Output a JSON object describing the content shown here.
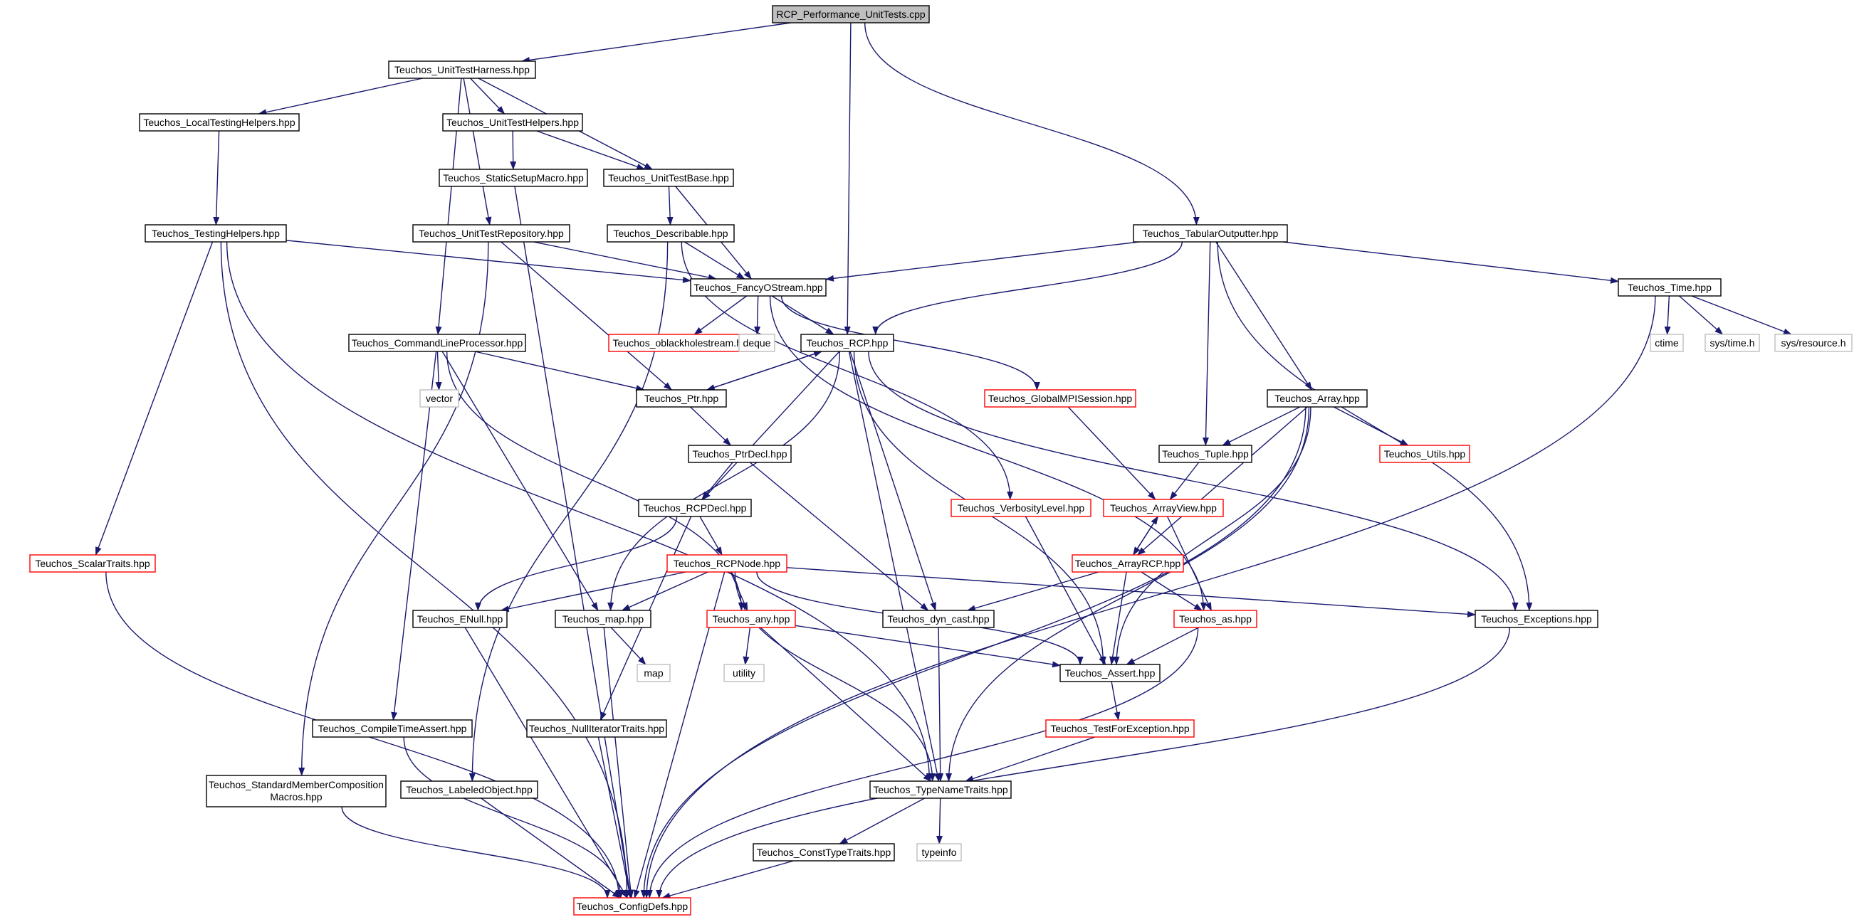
{
  "graph": {
    "colors": {
      "edge": "#191970",
      "border_normal": "#000000",
      "border_truncated": "#ff0000",
      "border_external": "#bfbfbf",
      "root_fill": "#bfbfbf",
      "node_fill": "#ffffff"
    },
    "nodes": [
      {
        "id": "root",
        "label": "RCP_Performance_UnitTests.cpp",
        "kind": "root"
      },
      {
        "id": "harness",
        "label": "Teuchos_UnitTestHarness.hpp",
        "kind": "normal"
      },
      {
        "id": "localtest",
        "label": "Teuchos_LocalTestingHelpers.hpp",
        "kind": "normal"
      },
      {
        "id": "uthelpers",
        "label": "Teuchos_UnitTestHelpers.hpp",
        "kind": "normal"
      },
      {
        "id": "staticsetup",
        "label": "Teuchos_StaticSetupMacro.hpp",
        "kind": "normal"
      },
      {
        "id": "utbase",
        "label": "Teuchos_UnitTestBase.hpp",
        "kind": "normal"
      },
      {
        "id": "testinghelpers",
        "label": "Teuchos_TestingHelpers.hpp",
        "kind": "normal"
      },
      {
        "id": "utrepo",
        "label": "Teuchos_UnitTestRepository.hpp",
        "kind": "normal"
      },
      {
        "id": "describable",
        "label": "Teuchos_Describable.hpp",
        "kind": "normal"
      },
      {
        "id": "tabular",
        "label": "Teuchos_TabularOutputter.hpp",
        "kind": "normal"
      },
      {
        "id": "fancy",
        "label": "Teuchos_FancyOStream.hpp",
        "kind": "normal"
      },
      {
        "id": "time",
        "label": "Teuchos_Time.hpp",
        "kind": "normal"
      },
      {
        "id": "cmdline",
        "label": "Teuchos_CommandLineProcessor.hpp",
        "kind": "normal"
      },
      {
        "id": "oblackhole",
        "label": "Teuchos_oblackholestream.hpp",
        "kind": "truncated"
      },
      {
        "id": "deque",
        "label": "deque",
        "kind": "external"
      },
      {
        "id": "rcp",
        "label": "Teuchos_RCP.hpp",
        "kind": "normal"
      },
      {
        "id": "ctime",
        "label": "ctime",
        "kind": "external"
      },
      {
        "id": "systime",
        "label": "sys/time.h",
        "kind": "external"
      },
      {
        "id": "sysres",
        "label": "sys/resource.h",
        "kind": "external"
      },
      {
        "id": "vector",
        "label": "vector",
        "kind": "external"
      },
      {
        "id": "ptr",
        "label": "Teuchos_Ptr.hpp",
        "kind": "normal"
      },
      {
        "id": "globalmpi",
        "label": "Teuchos_GlobalMPISession.hpp",
        "kind": "truncated"
      },
      {
        "id": "array",
        "label": "Teuchos_Array.hpp",
        "kind": "normal"
      },
      {
        "id": "ptrdecl",
        "label": "Teuchos_PtrDecl.hpp",
        "kind": "normal"
      },
      {
        "id": "tuple",
        "label": "Teuchos_Tuple.hpp",
        "kind": "normal"
      },
      {
        "id": "utils",
        "label": "Teuchos_Utils.hpp",
        "kind": "truncated"
      },
      {
        "id": "rcpdecl",
        "label": "Teuchos_RCPDecl.hpp",
        "kind": "normal"
      },
      {
        "id": "verbosity",
        "label": "Teuchos_VerbosityLevel.hpp",
        "kind": "truncated"
      },
      {
        "id": "arrayview",
        "label": "Teuchos_ArrayView.hpp",
        "kind": "truncated"
      },
      {
        "id": "scalartraits",
        "label": "Teuchos_ScalarTraits.hpp",
        "kind": "truncated"
      },
      {
        "id": "rcpnode",
        "label": "Teuchos_RCPNode.hpp",
        "kind": "truncated"
      },
      {
        "id": "arrayrcp",
        "label": "Teuchos_ArrayRCP.hpp",
        "kind": "truncated"
      },
      {
        "id": "enull",
        "label": "Teuchos_ENull.hpp",
        "kind": "normal"
      },
      {
        "id": "map_hpp",
        "label": "Teuchos_map.hpp",
        "kind": "normal"
      },
      {
        "id": "any",
        "label": "Teuchos_any.hpp",
        "kind": "truncated"
      },
      {
        "id": "dyncast",
        "label": "Teuchos_dyn_cast.hpp",
        "kind": "normal"
      },
      {
        "id": "as",
        "label": "Teuchos_as.hpp",
        "kind": "truncated"
      },
      {
        "id": "exceptions",
        "label": "Teuchos_Exceptions.hpp",
        "kind": "normal"
      },
      {
        "id": "map",
        "label": "map",
        "kind": "external"
      },
      {
        "id": "utility",
        "label": "utility",
        "kind": "external"
      },
      {
        "id": "assert",
        "label": "Teuchos_Assert.hpp",
        "kind": "normal"
      },
      {
        "id": "compiletime",
        "label": "Teuchos_CompileTimeAssert.hpp",
        "kind": "normal"
      },
      {
        "id": "nulliter",
        "label": "Teuchos_NullIteratorTraits.hpp",
        "kind": "normal"
      },
      {
        "id": "testforexc",
        "label": "Teuchos_TestForException.hpp",
        "kind": "truncated"
      },
      {
        "id": "stdmember",
        "label": "Teuchos_StandardMemberComposition Macros.hpp",
        "kind": "normal"
      },
      {
        "id": "labeled",
        "label": "Teuchos_LabeledObject.hpp",
        "kind": "normal"
      },
      {
        "id": "typename",
        "label": "Teuchos_TypeNameTraits.hpp",
        "kind": "normal"
      },
      {
        "id": "consttype",
        "label": "Teuchos_ConstTypeTraits.hpp",
        "kind": "normal"
      },
      {
        "id": "typeinfo",
        "label": "typeinfo",
        "kind": "external"
      },
      {
        "id": "configdefs",
        "label": "Teuchos_ConfigDefs.hpp",
        "kind": "truncated"
      }
    ],
    "edges": [
      [
        "root",
        "harness"
      ],
      [
        "root",
        "rcp"
      ],
      [
        "root",
        "tabular"
      ],
      [
        "harness",
        "localtest"
      ],
      [
        "harness",
        "uthelpers"
      ],
      [
        "harness",
        "utbase"
      ],
      [
        "harness",
        "utrepo"
      ],
      [
        "harness",
        "cmdline"
      ],
      [
        "localtest",
        "testinghelpers"
      ],
      [
        "uthelpers",
        "staticsetup"
      ],
      [
        "uthelpers",
        "utbase"
      ],
      [
        "staticsetup",
        "configdefs"
      ],
      [
        "utbase",
        "describable"
      ],
      [
        "utbase",
        "fancy"
      ],
      [
        "testinghelpers",
        "fancy"
      ],
      [
        "testinghelpers",
        "configdefs"
      ],
      [
        "testinghelpers",
        "scalartraits"
      ],
      [
        "testinghelpers",
        "typename"
      ],
      [
        "utrepo",
        "fancy"
      ],
      [
        "utrepo",
        "ptr"
      ],
      [
        "utrepo",
        "stdmember"
      ],
      [
        "describable",
        "fancy"
      ],
      [
        "describable",
        "labeled"
      ],
      [
        "describable",
        "verbosity"
      ],
      [
        "tabular",
        "fancy"
      ],
      [
        "tabular",
        "rcp"
      ],
      [
        "tabular",
        "time"
      ],
      [
        "tabular",
        "array"
      ],
      [
        "tabular",
        "tuple"
      ],
      [
        "tabular",
        "exceptions"
      ],
      [
        "fancy",
        "oblackhole"
      ],
      [
        "fancy",
        "deque"
      ],
      [
        "fancy",
        "rcp"
      ],
      [
        "fancy",
        "globalmpi"
      ],
      [
        "fancy",
        "as"
      ],
      [
        "time",
        "ctime"
      ],
      [
        "time",
        "systime"
      ],
      [
        "time",
        "sysres"
      ],
      [
        "time",
        "configdefs"
      ],
      [
        "cmdline",
        "vector"
      ],
      [
        "cmdline",
        "ptr"
      ],
      [
        "cmdline",
        "map_hpp"
      ],
      [
        "cmdline",
        "any"
      ],
      [
        "cmdline",
        "compiletime"
      ],
      [
        "rcp",
        "ptr"
      ],
      [
        "ptr",
        "rcp"
      ],
      [
        "ptr",
        "ptrdecl"
      ],
      [
        "rcp",
        "rcpdecl"
      ],
      [
        "rcp",
        "map_hpp"
      ],
      [
        "rcp",
        "dyncast"
      ],
      [
        "rcp",
        "typename"
      ],
      [
        "rcp",
        "assert"
      ],
      [
        "rcp",
        "exceptions"
      ],
      [
        "globalmpi",
        "arrayview"
      ],
      [
        "array",
        "tuple"
      ],
      [
        "array",
        "utils"
      ],
      [
        "array",
        "arrayrcp"
      ],
      [
        "array",
        "assert"
      ],
      [
        "array",
        "typename"
      ],
      [
        "array",
        "configdefs"
      ],
      [
        "ptrdecl",
        "rcpdecl"
      ],
      [
        "ptrdecl",
        "dyncast"
      ],
      [
        "tuple",
        "arrayview"
      ],
      [
        "rcpdecl",
        "rcpnode"
      ],
      [
        "rcpdecl",
        "enull"
      ],
      [
        "rcpdecl",
        "nulliter"
      ],
      [
        "verbosity",
        "assert"
      ],
      [
        "arrayview",
        "arrayrcp"
      ],
      [
        "arrayrcp",
        "arrayview"
      ],
      [
        "arrayview",
        "as"
      ],
      [
        "rcpnode",
        "enull"
      ],
      [
        "rcpnode",
        "map_hpp"
      ],
      [
        "rcpnode",
        "any"
      ],
      [
        "rcpnode",
        "assert"
      ],
      [
        "rcpnode",
        "exceptions"
      ],
      [
        "rcpnode",
        "typename"
      ],
      [
        "rcpnode",
        "configdefs"
      ],
      [
        "arrayrcp",
        "dyncast"
      ],
      [
        "arrayrcp",
        "as"
      ],
      [
        "arrayrcp",
        "assert"
      ],
      [
        "enull",
        "configdefs"
      ],
      [
        "map_hpp",
        "map"
      ],
      [
        "map_hpp",
        "configdefs"
      ],
      [
        "any",
        "utility"
      ],
      [
        "any",
        "assert"
      ],
      [
        "any",
        "typename"
      ],
      [
        "dyncast",
        "typename"
      ],
      [
        "as",
        "assert"
      ],
      [
        "as",
        "configdefs"
      ],
      [
        "exceptions",
        "configdefs"
      ],
      [
        "assert",
        "testforexc"
      ],
      [
        "testforexc",
        "typename"
      ],
      [
        "compiletime",
        "configdefs"
      ],
      [
        "nulliter",
        "configdefs"
      ],
      [
        "stdmember",
        "configdefs"
      ],
      [
        "labeled",
        "configdefs"
      ],
      [
        "typename",
        "consttype"
      ],
      [
        "typename",
        "typeinfo"
      ],
      [
        "consttype",
        "configdefs"
      ],
      [
        "scalartraits",
        "configdefs"
      ]
    ]
  }
}
